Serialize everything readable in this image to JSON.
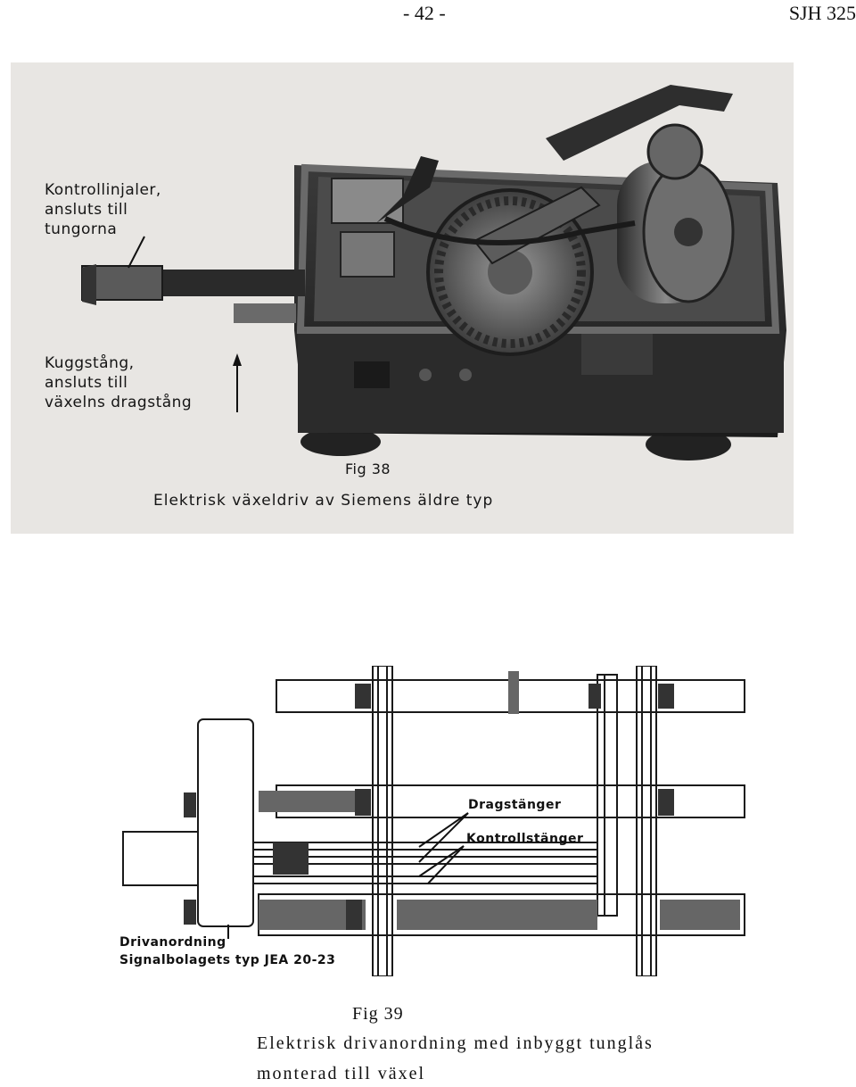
{
  "header": {
    "page_number": "- 42 -",
    "reference": "SJH 325"
  },
  "figure38": {
    "label_control": "Kontrollinjaler,\nansluts till\ntungorna",
    "label_rack": "Kuggstång,\nansluts till\nväxelns dragstång",
    "fig_number": "Fig 38",
    "caption": "Elektrisk växeldriv av Siemens äldre typ"
  },
  "figure39": {
    "label_drag": "Dragstänger",
    "label_control": "Kontrollstänger",
    "label_drive1": "Drivanordning",
    "label_drive2": "Signalbolagets typ JEA 20-23"
  },
  "caption39": {
    "fig_number": "Fig 39",
    "line1": "Elektrisk drivanordning med inbyggt tunglås",
    "line2": "monterad till växel"
  }
}
